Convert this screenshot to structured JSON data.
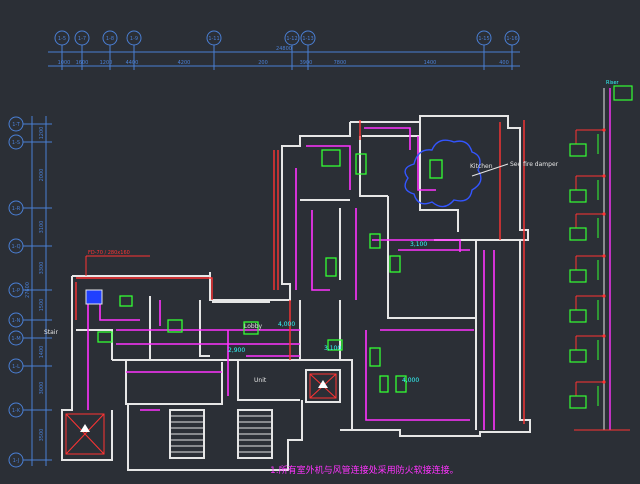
{
  "colors": {
    "background": "#2b2f36",
    "grid": "#4a7fd4",
    "wall": "#e6e6e6",
    "duct": "#ff33ff",
    "pipe": "#ff3333",
    "equipment": "#33ff33",
    "dimension": "#4a7fd4",
    "annotation": "#33ffff",
    "cloud": "#3355ff"
  },
  "top_axes": {
    "labels": [
      "1-5",
      "1-7",
      "1-8",
      "1-9",
      "1-11",
      "1-12",
      "1-13",
      "1-15",
      "1-16"
    ],
    "dimensions": [
      "1000",
      "1600",
      "1200",
      "4400",
      "4200",
      "200",
      "3900",
      "7800",
      "1400",
      "400"
    ],
    "overall": "24800"
  },
  "left_axes": {
    "labels": [
      "1-T",
      "1-S",
      "1-R",
      "1-Q",
      "1-P",
      "1-N",
      "1-M",
      "1-L",
      "1-K",
      "1-J"
    ],
    "dimensions": [
      "1200",
      "2000",
      "3100",
      "3300",
      "1500",
      "1400",
      "3000",
      "3500"
    ],
    "overall": "27600"
  },
  "rooms": {
    "stair_left": "Stair",
    "entrance": "Lobby",
    "residence": "Unit",
    "kitchen": "Kitchen"
  },
  "room_codes": [
    "4,000",
    "3,100",
    "4,000",
    "3,100",
    "2,900"
  ],
  "callouts": {
    "cloud_label": "See fire damper",
    "duct_tag": "FD-70 / 280x160",
    "riser_note": "Riser"
  },
  "bottom_note": "1.所有室外机与风管连接处采用防火软接连接。"
}
